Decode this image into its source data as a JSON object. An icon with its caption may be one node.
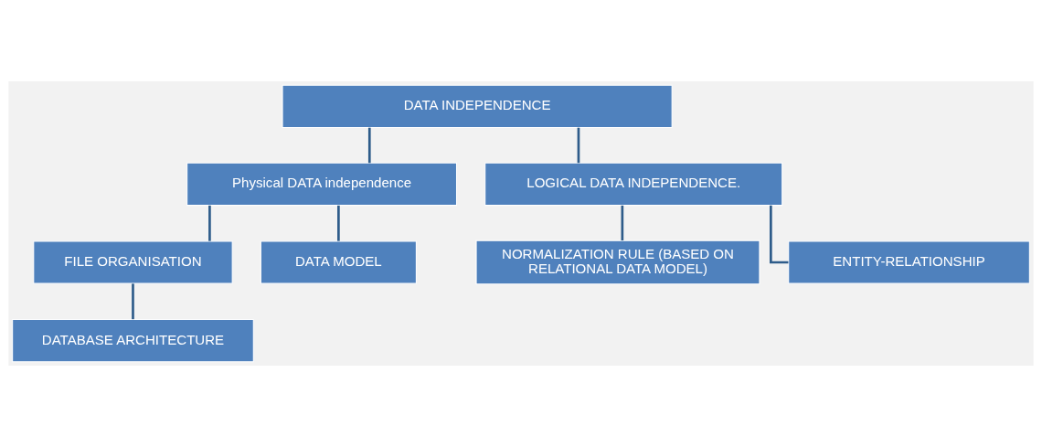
{
  "diagram": {
    "nodes": [
      {
        "text": [
          "DATA INDEPENDENCE"
        ]
      },
      {
        "text": [
          "Physical DATA independence"
        ]
      },
      {
        "text": [
          "LOGICAL DATA INDEPENDENCE."
        ]
      },
      {
        "text": [
          "FILE ORGANISATION"
        ]
      },
      {
        "text": [
          "DATA MODEL"
        ]
      },
      {
        "text": [
          "NORMALIZATION RULE (BASED ON RELATIONAL DATA MODEL)"
        ]
      },
      {
        "text": [
          "DATABASE ARCHITECTURE"
        ]
      },
      {
        "text": [
          "ENTITY-RELATIONSHIP"
        ]
      }
    ],
    "edges": [
      {
        "from": 0,
        "to": 1,
        "arrow": "none"
      },
      {
        "from": 0,
        "to": 2,
        "arrow": "none"
      },
      {
        "from": 1,
        "to": 3,
        "arrow": "none"
      },
      {
        "from": 1,
        "to": 4,
        "arrow": "none"
      },
      {
        "from": 3,
        "to": 6,
        "arrow": "none"
      },
      {
        "from": 2,
        "to": 5,
        "arrow": "none"
      },
      {
        "from": 2,
        "to": 7,
        "arrow": "none"
      }
    ]
  }
}
